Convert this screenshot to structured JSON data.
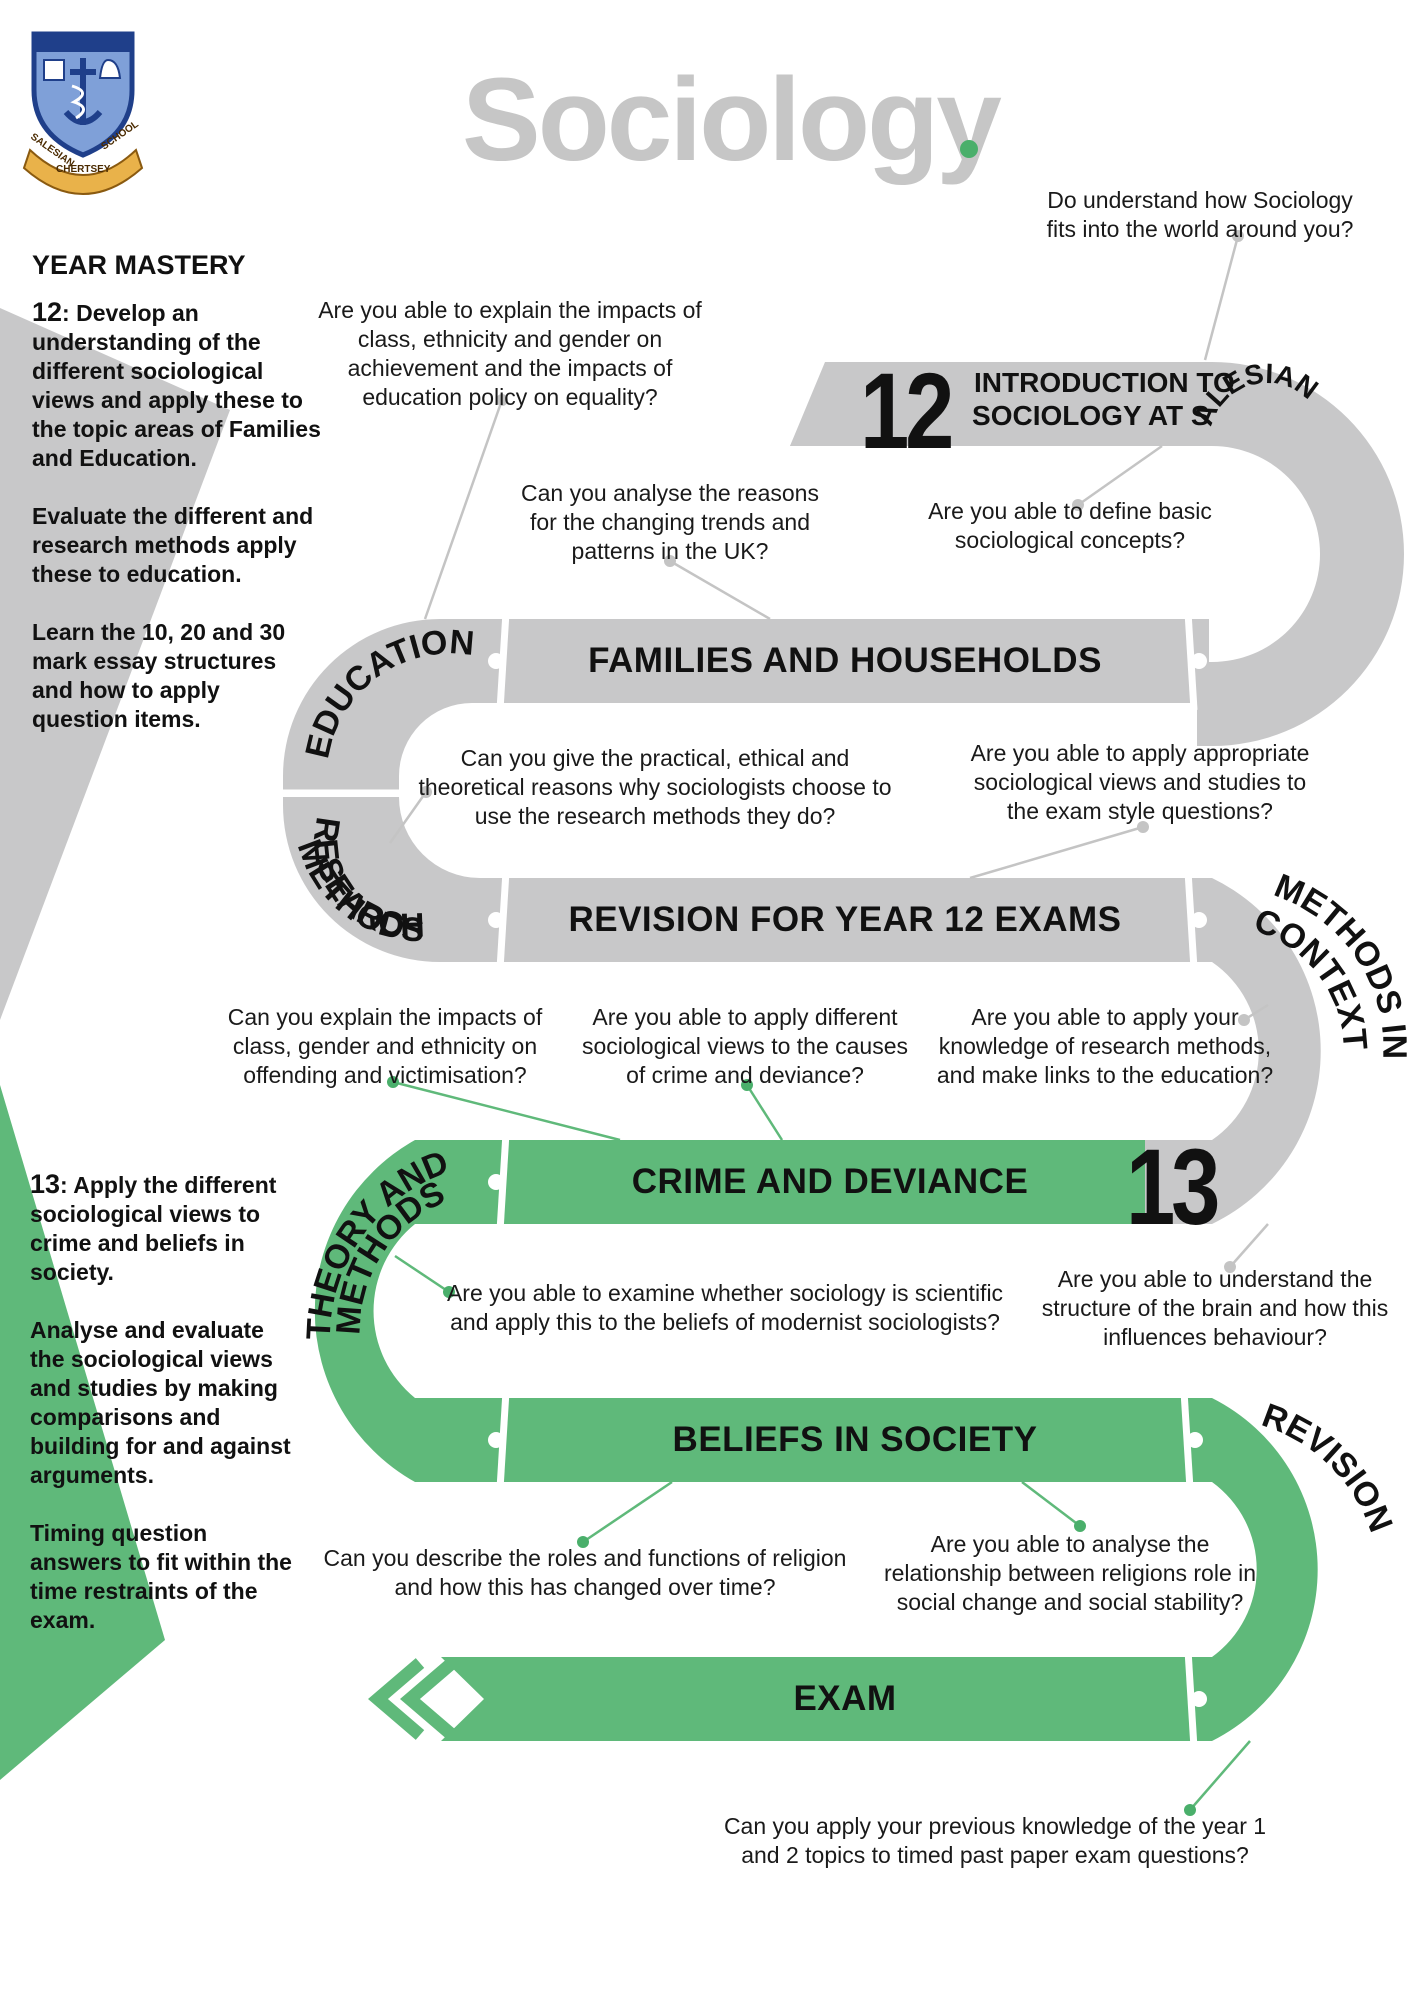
{
  "title": "Sociology",
  "logo": {
    "name": "school-crest-icon",
    "arc_left": "SALESIAN",
    "arc_right": "SCHOOL",
    "ribbon": "CHERTSEY"
  },
  "sidebar": {
    "heading": "YEAR MASTERY",
    "year12": {
      "num": "12",
      "sep": ":",
      "p1": " Develop an understanding of the different sociological views and apply these to the topic areas of Families and Education.",
      "p2": "Evaluate the different and research methods apply these to education.",
      "p3": "Learn the 10, 20 and 30 mark essay structures and how to apply question items."
    },
    "year13": {
      "num": "13",
      "sep": ":",
      "p1": " Apply the different sociological views to crime and beliefs in society.",
      "p2": "Analyse and evaluate the sociological views and studies by making comparisons and building for and against arguments.",
      "p3": "Timing question answers to fit within the time restraints of the exam."
    }
  },
  "road": {
    "year12_label": "12",
    "year13_label": "13",
    "intro_line1": "INTRODUCTION TO",
    "intro_line2": "SOCIOLOGY AT SALESIAN",
    "families": "FAMILIES AND HOUSEHOLDS",
    "education": "EDUCATION",
    "research_methods_1": "RESEARCH",
    "research_methods_2": "METHODS",
    "revision12": "REVISION FOR YEAR 12 EXAMS",
    "methods_context_1": "METHODS IN",
    "methods_context_2": "CONTEXT",
    "crime": "CRIME AND DEVIANCE",
    "theory_methods_1": "THEORY AND",
    "theory_methods_2": "METHODS",
    "beliefs": "BELIEFS IN SOCIETY",
    "revision": "REVISION",
    "exam": "EXAM"
  },
  "questions": {
    "q_world": [
      "Do understand how Sociology",
      "fits into the world around you?"
    ],
    "q_impacts_education": [
      "Are you able to explain the impacts of",
      "class, ethnicity and gender on",
      "achievement and the impacts of",
      "education policy on equality?"
    ],
    "q_trends": [
      "Can you analyse the reasons",
      "for the changing trends and",
      "patterns in the UK?"
    ],
    "q_define": [
      "Are you able to define basic",
      "sociological concepts?"
    ],
    "q_methods_reasons": [
      "Can you give the practical, ethical and",
      "theoretical reasons why sociologists choose to",
      "use the research methods they do?"
    ],
    "q_exam_style": [
      "Are you able to apply appropriate",
      "sociological views and studies to",
      "the exam style questions?"
    ],
    "q_offending": [
      "Can you explain the impacts of",
      "class, gender and ethnicity on",
      "offending and victimisation?"
    ],
    "q_crime_causes": [
      "Are you able to apply different",
      "sociological views to the causes",
      "of crime and deviance?"
    ],
    "q_research_links": [
      "Are you able to apply your",
      "knowledge of research methods,",
      "and make links to the education?"
    ],
    "q_scientific": [
      "Are you able to examine whether sociology is scientific",
      "and apply this to the beliefs of modernist sociologists?"
    ],
    "q_brain": [
      "Are you able to understand the",
      "structure of the brain and how this",
      "influences behaviour?"
    ],
    "q_religion_roles": [
      "Can you describe the roles and functions of religion",
      "and how this has changed over time?"
    ],
    "q_religion_change": [
      "Are you able to analyse the",
      "relationship between religions role in",
      "social change and social stability?"
    ],
    "q_past_papers": [
      "Can you apply your previous knowledge of the year 1",
      "and 2 topics to timed past paper exam questions?"
    ]
  },
  "colors": {
    "grey_road": "#c8c8c9",
    "green_road": "#5fb97a",
    "title_grey": "#c6c6c6",
    "accent_green": "#4aaf6b",
    "connector": "#c4c4c4"
  }
}
